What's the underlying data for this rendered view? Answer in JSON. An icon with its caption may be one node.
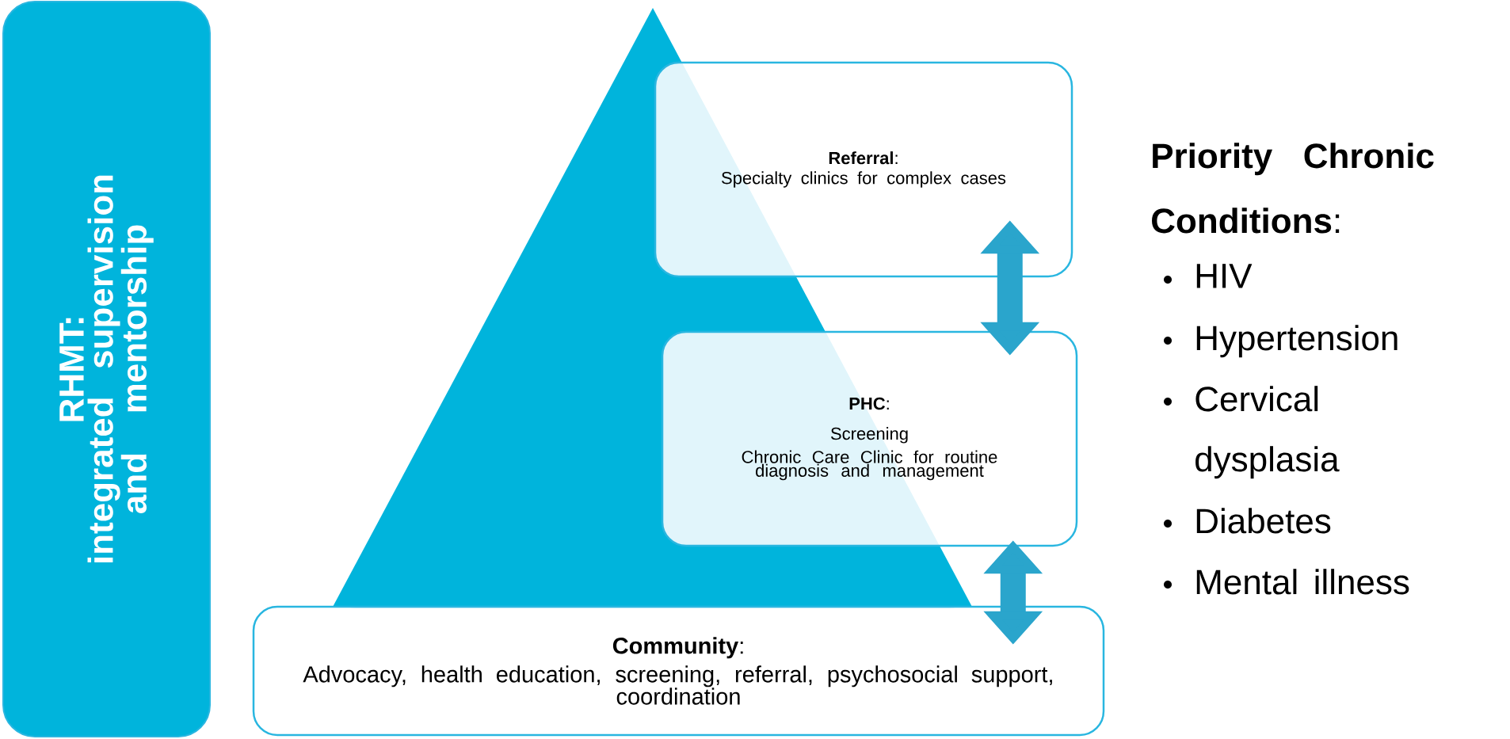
{
  "diagram": {
    "nodes": [
      {
        "text": [
          "RHMT:",
          "integrated supervision and mentorship"
        ]
      },
      {
        "text": [
          "**Referral**:",
          "Specialty clinics for complex cases"
        ]
      },
      {
        "text": [
          "**PHC**:",
          "Screening",
          "Chronic Care Clinic for routine diagnosis and management"
        ]
      },
      {
        "text": [
          "**Community**:",
          "Advocacy, health education, screening, referral, psychosocial support, coordination"
        ]
      }
    ],
    "edges": [
      {
        "from": 1,
        "to": 2,
        "arrow": "both"
      },
      {
        "from": 2,
        "to": 3,
        "arrow": "both"
      }
    ],
    "labels": [
      "**Priority Chronic Conditions**:",
      "HIV",
      "Hypertension",
      "Cervical dysplasia",
      "Diabetes",
      "Mental illness"
    ]
  }
}
